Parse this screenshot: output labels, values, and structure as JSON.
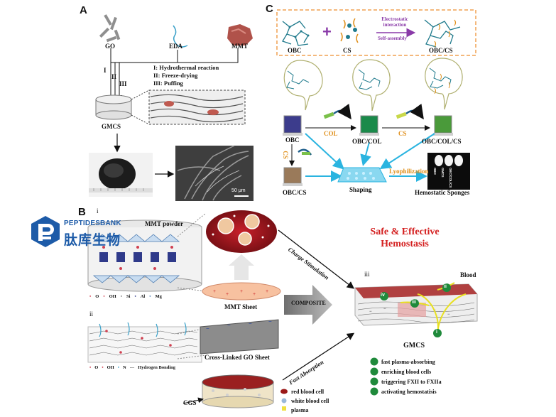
{
  "panels": {
    "a": "A",
    "b": "B",
    "c": "C"
  },
  "panel_a": {
    "materials": [
      "GO",
      "EDA",
      "MMT"
    ],
    "roman": [
      "I",
      "II",
      "III"
    ],
    "steps": [
      "I: Hydrothermal reaction",
      "II: Freeze-drying",
      "III: Puffing"
    ],
    "product": "GMCS",
    "scale_bar": "50 μm"
  },
  "panel_b": {
    "sub_i": "i",
    "sub_ii": "ii",
    "sub_iii": "iii",
    "mmt_powder": "MMT powder",
    "mmt_sheet": "MMT Sheet",
    "mmt_atoms": [
      "O",
      "OH",
      "Si",
      "Al",
      "Mg"
    ],
    "go_sheet": "Cross-Linked GO Sheet",
    "go_atoms": [
      "O",
      "OH",
      "N",
      "Hydrogen Bonding"
    ],
    "composite": "COMPOSITE",
    "charge": "Charge Stimulation",
    "fast_absorption": "Fast Absorption",
    "cgs": "CGS",
    "cells": [
      "red blood cell",
      "white blood cell",
      "plasma"
    ],
    "headline_1": "Safe & Effective",
    "headline_2": "Hemostasis",
    "blood": "Blood",
    "gmcs": "GMCS",
    "markers": [
      "i",
      "ii",
      "iii",
      "iv"
    ],
    "mechanisms": [
      "fast plasma-absorbing",
      "enriching blood cells",
      "triggering FXII to FXIIa",
      "activating hemostatisis"
    ]
  },
  "panel_c": {
    "obc": "OBC",
    "cs": "CS",
    "obc_cs": "OBC/CS",
    "interaction_1": "Electrostatic",
    "interaction_2": "interaction",
    "interaction_3": "Self-assembly",
    "obc_col": "OBC/COL",
    "obc_col_cs": "OBC/COL/CS",
    "col": "COL",
    "cs_arrow": "CS",
    "cs_vertical": "CS",
    "shaping": "Shaping",
    "lyophilization": "Lyophilization",
    "hemostatic": "Hemostatic Sponges",
    "sponge_labels": [
      "OBC",
      "GMCS",
      "OBC/COL/CS"
    ]
  },
  "logo": {
    "name_en": "PEPTIDESBANK",
    "name_cn": "肽库生物"
  },
  "colors": {
    "panel_c_border": "#f0a050",
    "green_marker": "#1f8a3b",
    "logo_blue": "#1d5ba8",
    "headline_red": "#d42020",
    "cyan_arrow": "#2ab4e0"
  }
}
